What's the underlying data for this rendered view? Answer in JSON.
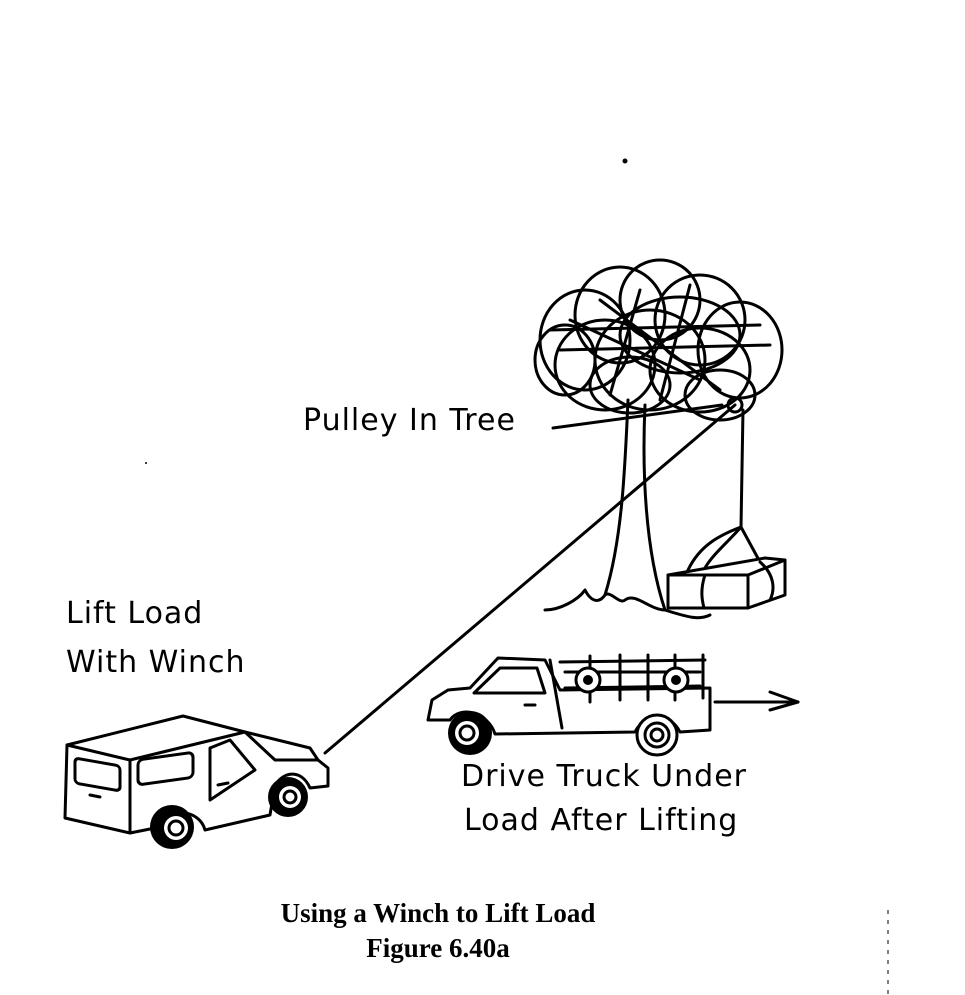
{
  "diagram": {
    "labels": {
      "pulley": "Pulley In Tree",
      "lift_line1": "Lift Load",
      "lift_line2": "With Winch",
      "drive_line1": "Drive Truck Under",
      "drive_line2": "Load After Lifting"
    },
    "caption": {
      "title": "Using a Winch to Lift Load",
      "figure": "Figure 6.40a"
    },
    "colors": {
      "ink": "#000000",
      "paper": "#ffffff"
    }
  }
}
